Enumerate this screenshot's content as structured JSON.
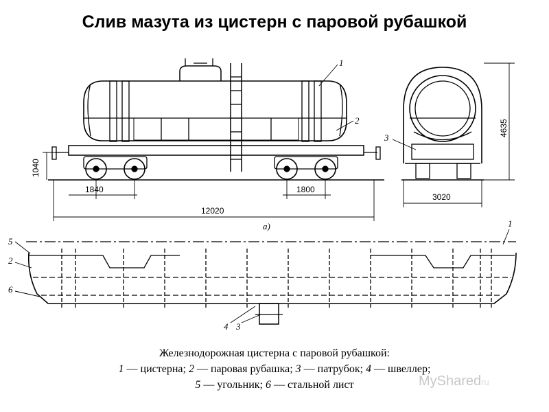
{
  "title": "Слив мазута из цистерн с паровой рубашкой",
  "view_a": {
    "label": "а)",
    "callouts": [
      "1",
      "2",
      "3"
    ],
    "dimensions": {
      "height": "1040",
      "bogie_left": "1840",
      "bogie_right": "1800",
      "length": "12020",
      "end_height": "4635",
      "end_width": "3020"
    }
  },
  "view_b": {
    "callouts": [
      "1",
      "2",
      "3",
      "4",
      "5",
      "6"
    ]
  },
  "caption": {
    "line1": "Железнодорожная цистерна с паровой рубашкой:",
    "items": [
      {
        "num": "1",
        "text": " — цистерна; "
      },
      {
        "num": "2",
        "text": " — паровая рубашка; "
      },
      {
        "num": "3",
        "text": " — патрубок; "
      },
      {
        "num": "4",
        "text": " — швеллер;"
      },
      {
        "num": "5",
        "text": " — угольник; "
      },
      {
        "num": "6",
        "text": " — стальной лист"
      }
    ]
  },
  "watermark": {
    "text": "MyShared",
    "subtext": "ru"
  }
}
